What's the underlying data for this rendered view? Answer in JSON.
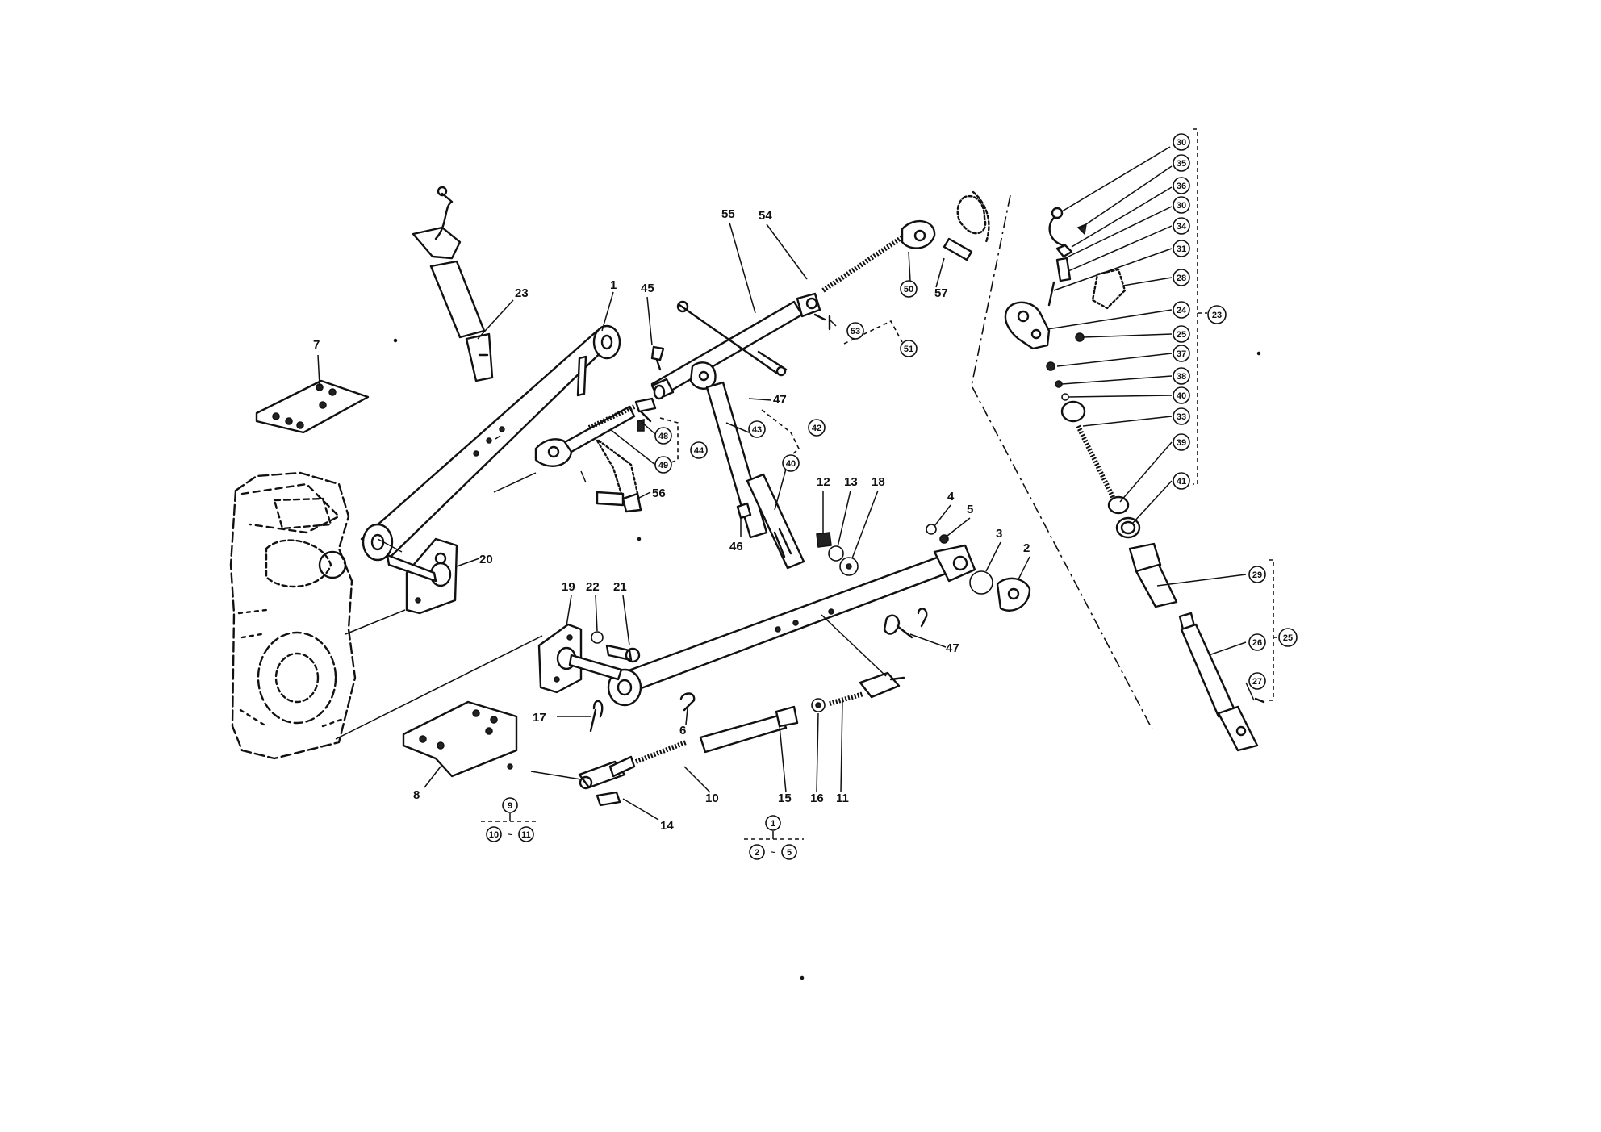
{
  "callouts": {
    "c1": "1",
    "c2": "2",
    "c3": "3",
    "c4": "4",
    "c5": "5",
    "c6": "6",
    "c7": "7",
    "c8": "8",
    "c10": "10",
    "c11": "11",
    "c12": "12",
    "c13": "13",
    "c14": "14",
    "c15": "15",
    "c16": "16",
    "c17": "17",
    "c18": "18",
    "c19": "19",
    "c20": "20",
    "c21": "21",
    "c22": "22",
    "c23": "23",
    "c45": "45",
    "c46": "46",
    "c47a": "47",
    "c47b": "47",
    "c54": "54",
    "c55": "55",
    "c56": "56",
    "c57": "57"
  },
  "circled": {
    "r51": "51",
    "r50": "50",
    "r53": "53",
    "r48": "48",
    "r49": "49",
    "r44": "44",
    "r42": "42",
    "r43": "43",
    "r40": "40",
    "g1_top": "1",
    "g1_a": "2",
    "g1_b": "5",
    "g9_top": "9",
    "g9_a": "10",
    "g9_b": "11",
    "rt1": "30",
    "rt2": "35",
    "rt3": "36",
    "rt4": "30",
    "rt5": "34",
    "rt6": "31",
    "rt7": "28",
    "rt8": "24",
    "rt9": "25",
    "rt10": "37",
    "rt11": "38",
    "rt12": "40",
    "rt13": "33",
    "rt14": "39",
    "rt15": "41",
    "rt_group": "23",
    "rb1": "29",
    "rb2": "26",
    "rb3": "27",
    "rb_group": "25"
  },
  "separators": {
    "g1_dash": "~",
    "g9_dash": "~"
  }
}
